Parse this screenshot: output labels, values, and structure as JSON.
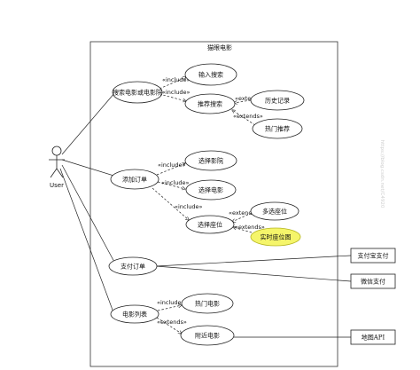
{
  "system": {
    "title": "猫眼电影"
  },
  "actors": {
    "user": "User"
  },
  "use_cases": {
    "search": "搜索电影或电影院",
    "input_search": "输入搜索",
    "recommend_search": "推荐搜索",
    "history": "历史记录",
    "hot_recommend": "热门推荐",
    "add_order": "添加订单",
    "select_cinema": "选择影院",
    "select_movie": "选择电影",
    "select_seat": "选择座位",
    "multi_seat": "多选座位",
    "realtime_seatmap": "实时座位图",
    "pay_order": "支付订单",
    "movie_list": "电影列表",
    "hot_movies": "热门电影",
    "nearby_movies": "附近电影"
  },
  "external_systems": {
    "alipay": "支付宝支付",
    "wechat_pay": "微信支付",
    "map_api": "地图API"
  },
  "relations": {
    "include": "«include»",
    "extends": "«extends»"
  },
  "colors": {
    "highlight_fill": "#f5f56a",
    "highlight_stroke": "#b5b520",
    "line": "#222222"
  },
  "watermark": "https://blog.csdn.net/C4920"
}
